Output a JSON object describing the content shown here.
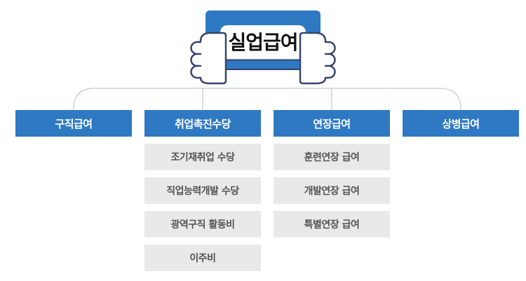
{
  "banner": {
    "title": "실업급여",
    "icon": "hands-holding-sign-icon"
  },
  "colors": {
    "accent_blue": "#2e79c2",
    "hand_outline_navy": "#374569",
    "item_gray": "#e9e9e9",
    "item_text_gray": "#555555",
    "connector_line": "#c9c9c9",
    "title_text": "#111111"
  },
  "columns": [
    {
      "header": "구직급여",
      "items": []
    },
    {
      "header": "취업촉진수당",
      "items": [
        "조기재취업 수당",
        "직업능력개발 수당",
        "광역구직 활동비",
        "이주비"
      ]
    },
    {
      "header": "연장급여",
      "items": [
        "훈련연장 급여",
        "개발연장 급여",
        "특별연장 급여"
      ]
    },
    {
      "header": "상병급여",
      "items": []
    }
  ]
}
